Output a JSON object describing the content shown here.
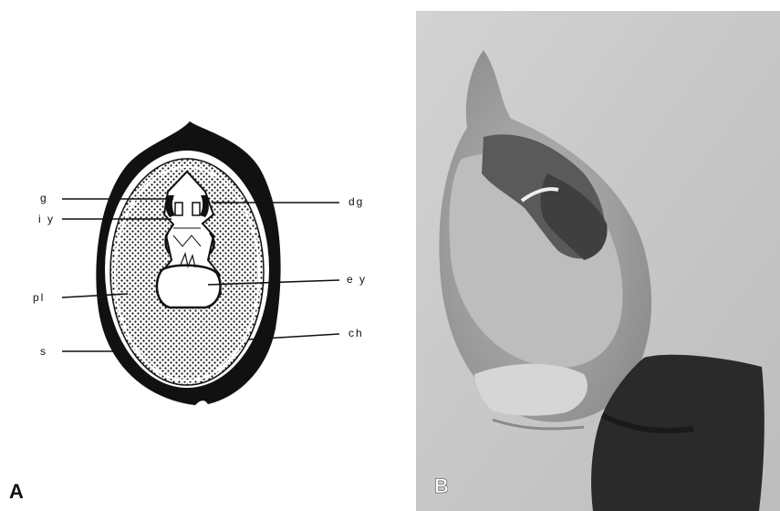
{
  "panels": {
    "a": {
      "letter": "A"
    },
    "b": {
      "letter": "B"
    }
  },
  "labels": {
    "g": "g",
    "iy": "i y",
    "pl": "pl",
    "s": "s",
    "dg": "dg",
    "ey": "e y",
    "ch": "ch"
  },
  "colors": {
    "ink": "#111111",
    "photo_background": "#c9c9c9",
    "cotton_plug": "#2a2a2a"
  }
}
